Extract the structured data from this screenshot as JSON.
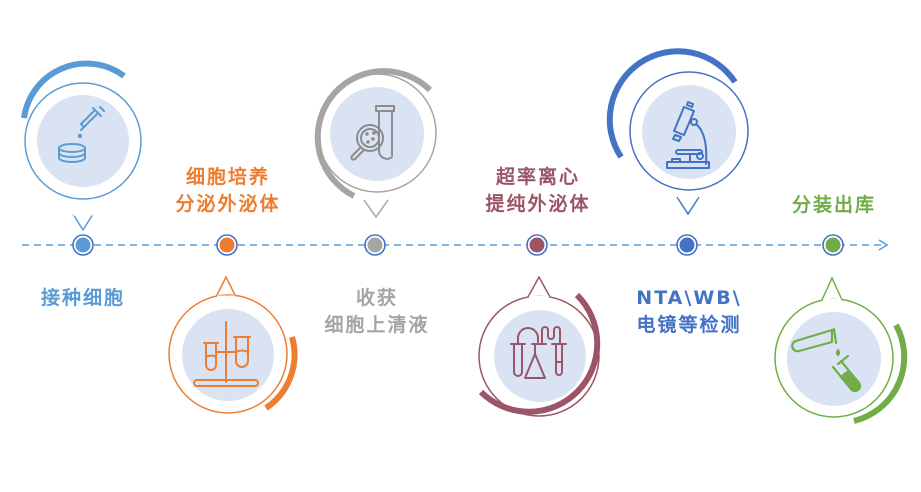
{
  "diagram": {
    "type": "process-timeline",
    "timeline": {
      "line_color": "#5b9bd5",
      "arrow": true
    },
    "steps": [
      {
        "index": 1,
        "label_lines": [
          "接种细胞"
        ],
        "color": "#5b9bd5",
        "icon": "dropper-petri-dish-icon",
        "pin_position": "above",
        "label_position": "below"
      },
      {
        "index": 2,
        "label_lines": [
          "细胞培养",
          "分泌外泌体"
        ],
        "color": "#ed7d31",
        "icon": "test-tube-rack-icon",
        "pin_position": "below",
        "label_position": "above"
      },
      {
        "index": 3,
        "label_lines": [
          "收获",
          "细胞上清液"
        ],
        "color": "#a5a5a5",
        "icon": "magnifier-test-tube-icon",
        "pin_position": "above",
        "label_position": "below"
      },
      {
        "index": 4,
        "label_lines": [
          "超率离心",
          "提纯外泌体"
        ],
        "color": "#9b5566",
        "icon": "lab-flask-apparatus-icon",
        "pin_position": "below",
        "label_position": "above"
      },
      {
        "index": 5,
        "label_lines": [
          "NTA\\WB\\",
          "电镜等检测"
        ],
        "color": "#4472c4",
        "icon": "microscope-icon",
        "pin_position": "above",
        "label_position": "below"
      },
      {
        "index": 6,
        "label_lines": [
          "分装出库"
        ],
        "color": "#70ad47",
        "icon": "pouring-test-tube-icon",
        "pin_position": "below",
        "label_position": "above"
      }
    ]
  }
}
